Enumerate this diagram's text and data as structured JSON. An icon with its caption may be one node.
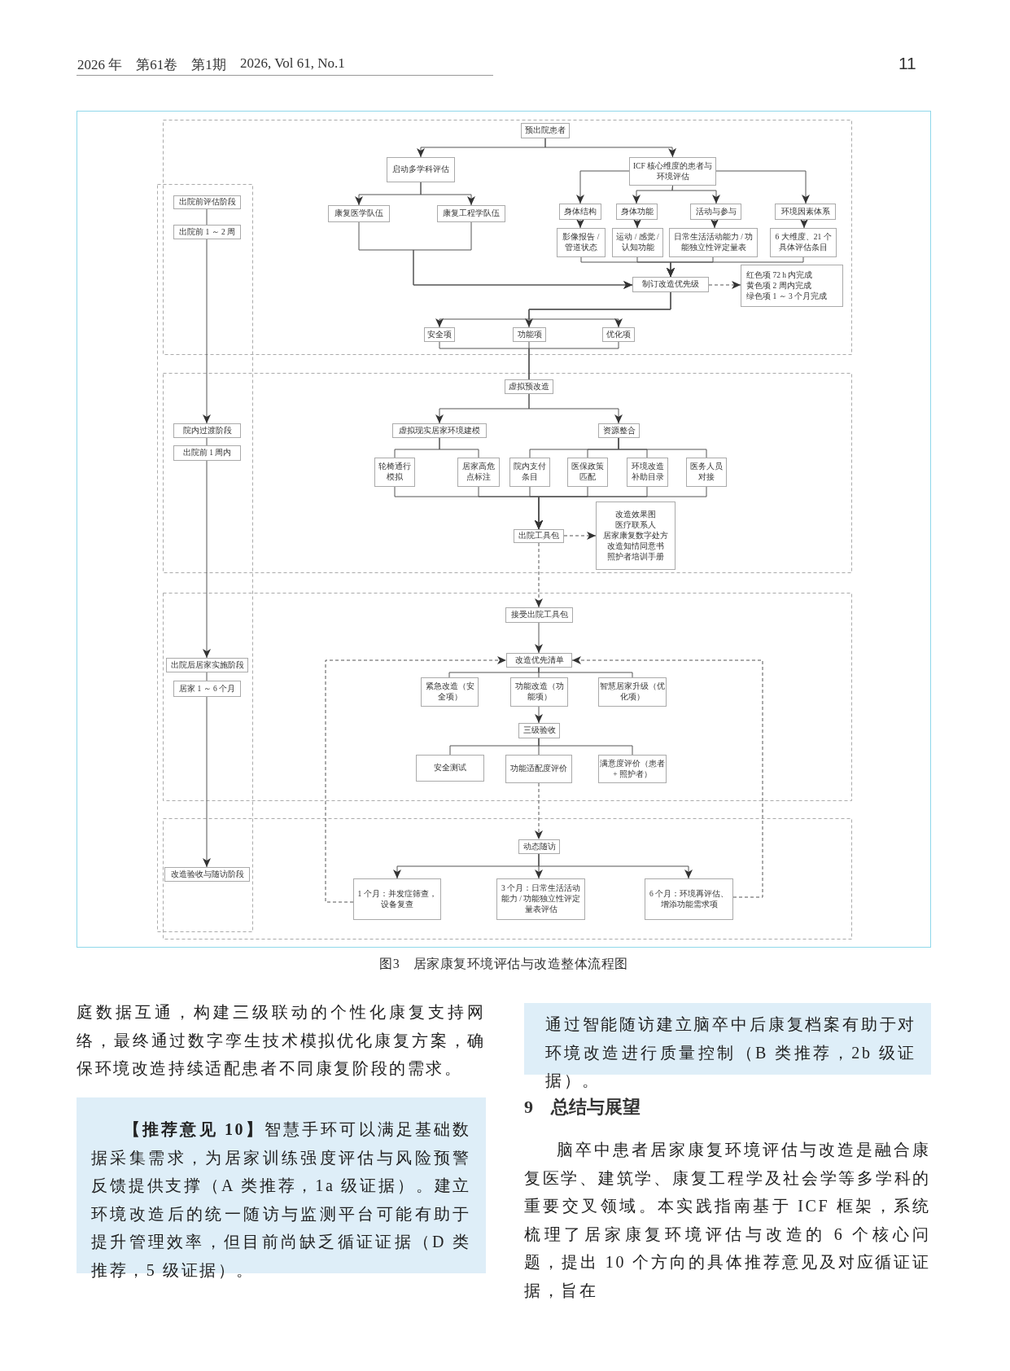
{
  "diagram": {
    "caption": "图3　居家康复环境评估与改造整体流程图",
    "nodes": [
      {
        "text": [
          "预出院患者"
        ]
      },
      {
        "text": [
          "启动多学科评估"
        ]
      },
      {
        "text": [
          "ICF 核心维度的患者与环境评估"
        ]
      },
      {
        "text": [
          "康复医学队伍"
        ]
      },
      {
        "text": [
          "康复工程学队伍"
        ]
      },
      {
        "text": [
          "身体结构"
        ]
      },
      {
        "text": [
          "身体功能"
        ]
      },
      {
        "text": [
          "活动与参与"
        ]
      },
      {
        "text": [
          "环境因素体系"
        ]
      },
      {
        "text": [
          "影像报告 / 管道状态"
        ]
      },
      {
        "text": [
          "运动 / 感觉 / 认知功能"
        ]
      },
      {
        "text": [
          "日常生活活动能力 / 功能独立性评定量表"
        ]
      },
      {
        "text": [
          "6 大维度、21 个具体评估条目"
        ]
      },
      {
        "text": [
          "制订改造优先级"
        ]
      },
      {
        "text": [
          "红色项 72 h 内完成",
          "黄色项 2 周内完成",
          "绿色项 1 ～ 3 个月完成"
        ]
      },
      {
        "text": [
          "安全项"
        ]
      },
      {
        "text": [
          "功能项"
        ]
      },
      {
        "text": [
          "优化项"
        ]
      },
      {
        "text": [
          "出院前评估阶段"
        ]
      },
      {
        "text": [
          "出院前 1 ～ 2 周"
        ]
      },
      {
        "text": [
          "虚拟预改造"
        ]
      },
      {
        "text": [
          "虚拟现实居家环境建模"
        ]
      },
      {
        "text": [
          "资源整合"
        ]
      },
      {
        "text": [
          "轮椅通行模拟"
        ]
      },
      {
        "text": [
          "居家高危点标注"
        ]
      },
      {
        "text": [
          "院内支付条目"
        ]
      },
      {
        "text": [
          "医保政策匹配"
        ]
      },
      {
        "text": [
          "环境改造补助目录"
        ]
      },
      {
        "text": [
          "医务人员对接"
        ]
      },
      {
        "text": [
          "院内过渡阶段"
        ]
      },
      {
        "text": [
          "出院前 1 周内"
        ]
      },
      {
        "text": [
          "出院工具包"
        ]
      },
      {
        "text": [
          "改造效果图",
          "医疗联系人",
          "居家康复数字处方",
          "改造知情同意书",
          "照护者培训手册"
        ]
      },
      {
        "text": [
          "接受出院工具包"
        ]
      },
      {
        "text": [
          "出院后居家实施阶段"
        ]
      },
      {
        "text": [
          "改造优先清单"
        ]
      },
      {
        "text": [
          "紧急改造（安全项）"
        ]
      },
      {
        "text": [
          "功能改造（功能项）"
        ]
      },
      {
        "text": [
          "智慧居家升级（优化项）"
        ]
      },
      {
        "text": [
          "居家 1 ～ 6 个月"
        ]
      },
      {
        "text": [
          "三级验收"
        ]
      },
      {
        "text": [
          "安全测试"
        ]
      },
      {
        "text": [
          "功能适配度评价"
        ]
      },
      {
        "text": [
          "满意度评价（患者 + 照护者）"
        ]
      },
      {
        "text": [
          "动态随访"
        ]
      },
      {
        "text": [
          "改造验收与随访阶段"
        ]
      },
      {
        "text": [
          "1 个月：并发症筛查，设备复查"
        ]
      },
      {
        "text": [
          "3 个月：日常生活活动能力 / 功能独立性评定量表评估"
        ]
      },
      {
        "text": [
          "6 个月：环境再评估、增添功能需求项"
        ]
      }
    ],
    "edges": [
      {
        "from": 0,
        "to": 1,
        "arrow": "to"
      },
      {
        "from": 0,
        "to": 2,
        "arrow": "to"
      },
      {
        "from": 1,
        "to": 3,
        "arrow": "to"
      },
      {
        "from": 1,
        "to": 4,
        "arrow": "to"
      },
      {
        "from": 2,
        "to": 5,
        "arrow": "to"
      },
      {
        "from": 2,
        "to": 6,
        "arrow": "to"
      },
      {
        "from": 2,
        "to": 7,
        "arrow": "to"
      },
      {
        "from": 2,
        "to": 8,
        "arrow": "to"
      },
      {
        "from": 5,
        "to": 9,
        "arrow": "to"
      },
      {
        "from": 6,
        "to": 10,
        "arrow": "to"
      },
      {
        "from": 7,
        "to": 11,
        "arrow": "to"
      },
      {
        "from": 8,
        "to": 12,
        "arrow": "to"
      },
      {
        "from": 3,
        "to": 13,
        "arrow": "to"
      },
      {
        "from": 4,
        "to": 13,
        "arrow": "to"
      },
      {
        "from": 9,
        "to": 13,
        "arrow": "to"
      },
      {
        "from": 10,
        "to": 13,
        "arrow": "to"
      },
      {
        "from": 11,
        "to": 13,
        "arrow": "to"
      },
      {
        "from": 12,
        "to": 13,
        "arrow": "to"
      },
      {
        "from": 13,
        "to": 14,
        "arrow": "to",
        "style": "dashed"
      },
      {
        "from": 13,
        "to": 15,
        "arrow": "to"
      },
      {
        "from": 13,
        "to": 16,
        "arrow": "to"
      },
      {
        "from": 13,
        "to": 17,
        "arrow": "to"
      },
      {
        "from": 15,
        "to": 20,
        "arrow": "none"
      },
      {
        "from": 16,
        "to": 20,
        "arrow": "none"
      },
      {
        "from": 17,
        "to": 20,
        "arrow": "none"
      },
      {
        "from": 18,
        "to": 19,
        "arrow": "none"
      },
      {
        "from": 19,
        "to": 29,
        "arrow": "to"
      },
      {
        "from": 29,
        "to": 30,
        "arrow": "none"
      },
      {
        "from": 30,
        "to": 34,
        "arrow": "to"
      },
      {
        "from": 34,
        "to": 39,
        "arrow": "none"
      },
      {
        "from": 39,
        "to": 45,
        "arrow": "to"
      },
      {
        "from": 20,
        "to": 21,
        "arrow": "to"
      },
      {
        "from": 20,
        "to": 22,
        "arrow": "to"
      },
      {
        "from": 21,
        "to": 23,
        "arrow": "none"
      },
      {
        "from": 21,
        "to": 24,
        "arrow": "none"
      },
      {
        "from": 22,
        "to": 25,
        "arrow": "none"
      },
      {
        "from": 22,
        "to": 26,
        "arrow": "none"
      },
      {
        "from": 22,
        "to": 27,
        "arrow": "none"
      },
      {
        "from": 22,
        "to": 28,
        "arrow": "none"
      },
      {
        "from": 23,
        "to": 31,
        "arrow": "to"
      },
      {
        "from": 24,
        "to": 31,
        "arrow": "to"
      },
      {
        "from": 25,
        "to": 31,
        "arrow": "to"
      },
      {
        "from": 26,
        "to": 31,
        "arrow": "to"
      },
      {
        "from": 27,
        "to": 31,
        "arrow": "to"
      },
      {
        "from": 28,
        "to": 31,
        "arrow": "to"
      },
      {
        "from": 31,
        "to": 32,
        "arrow": "to",
        "style": "dashed"
      },
      {
        "from": 31,
        "to": 33,
        "arrow": "to",
        "style": "dashed"
      },
      {
        "from": 33,
        "to": 35,
        "arrow": "to"
      },
      {
        "from": 35,
        "to": 36,
        "arrow": "none"
      },
      {
        "from": 35,
        "to": 37,
        "arrow": "none"
      },
      {
        "from": 35,
        "to": 38,
        "arrow": "none"
      },
      {
        "from": 37,
        "to": 40,
        "arrow": "to"
      },
      {
        "from": 40,
        "to": 41,
        "arrow": "none"
      },
      {
        "from": 40,
        "to": 42,
        "arrow": "none"
      },
      {
        "from": 40,
        "to": 43,
        "arrow": "none"
      },
      {
        "from": 42,
        "to": 44,
        "arrow": "to",
        "style": "dashed"
      },
      {
        "from": 44,
        "to": 46,
        "arrow": "to"
      },
      {
        "from": 44,
        "to": 47,
        "arrow": "to"
      },
      {
        "from": 44,
        "to": 48,
        "arrow": "to"
      },
      {
        "from": 46,
        "to": 35,
        "arrow": "to",
        "style": "dashed"
      },
      {
        "from": 48,
        "to": 35,
        "arrow": "to",
        "style": "dashed"
      }
    ],
    "labels": [
      "2026 年　第61卷　第1期",
      "2026, Vol 61, No.1",
      "11",
      "庭数据互通，构建三级联动的个性化康复支持网络，最终通过数字孪生技术模拟优化康复方案，确保环境改造持续适配患者不同康复阶段的需求。",
      "**【推荐意见 10】**智慧手环可以满足基础数据采集需求，为居家训练强度评估与风险预警反馈提供支撑（A 类推荐，1a 级证据）。建立环境改造后的统一随访与监测平台可能有助于提升管理效率，但目前尚缺乏循证证据（D 类推荐，5 级证据）。",
      "通过智能随访建立脑卒中后康复档案有助于对环境改造进行质量控制（B 类推荐，2b 级证据）。",
      "9　总结与展望",
      "脑卒中患者居家康复环境评估与改造是融合康复医学、建筑学、康复工程学及社会学等多学科的重要交叉领域。本实践指南基于 ICF 框架，系统梳理了居家康复环境评估与改造的 6 个核心问题，提出 10 个方向的具体推荐意见及对应循证证据，旨在"
    ]
  }
}
